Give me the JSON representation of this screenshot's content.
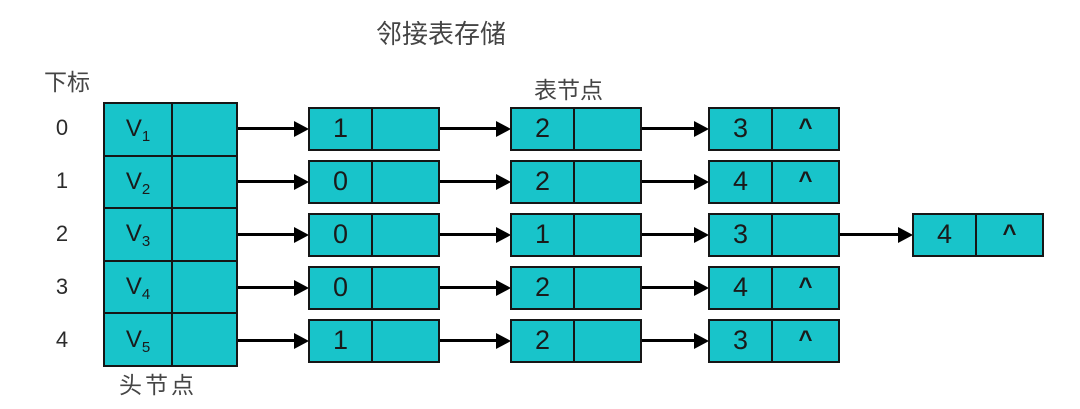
{
  "title": "邻接表存储",
  "labels": {
    "index_header": "下标",
    "table_node": "表节点",
    "head_node": "头节点"
  },
  "colors": {
    "node_fill": "#18C4CA",
    "node_border": "#161616",
    "arrow": "#000000",
    "label_text": "#454545",
    "value_text": "#1A1A1A"
  },
  "null_symbol": "^",
  "rows": [
    {
      "index": "0",
      "vertex_base": "V",
      "vertex_sub": "1",
      "nodes": [
        {
          "data": "1",
          "next": ""
        },
        {
          "data": "2",
          "next": ""
        },
        {
          "data": "3",
          "next": "^"
        }
      ]
    },
    {
      "index": "1",
      "vertex_base": "V",
      "vertex_sub": "2",
      "nodes": [
        {
          "data": "0",
          "next": ""
        },
        {
          "data": "2",
          "next": ""
        },
        {
          "data": "4",
          "next": "^"
        }
      ]
    },
    {
      "index": "2",
      "vertex_base": "V",
      "vertex_sub": "3",
      "nodes": [
        {
          "data": "0",
          "next": ""
        },
        {
          "data": "1",
          "next": ""
        },
        {
          "data": "3",
          "next": ""
        },
        {
          "data": "4",
          "next": "^"
        }
      ]
    },
    {
      "index": "3",
      "vertex_base": "V",
      "vertex_sub": "4",
      "nodes": [
        {
          "data": "0",
          "next": ""
        },
        {
          "data": "2",
          "next": ""
        },
        {
          "data": "4",
          "next": "^"
        }
      ]
    },
    {
      "index": "4",
      "vertex_base": "V",
      "vertex_sub": "5",
      "nodes": [
        {
          "data": "1",
          "next": ""
        },
        {
          "data": "2",
          "next": ""
        },
        {
          "data": "3",
          "next": "^"
        }
      ]
    }
  ]
}
